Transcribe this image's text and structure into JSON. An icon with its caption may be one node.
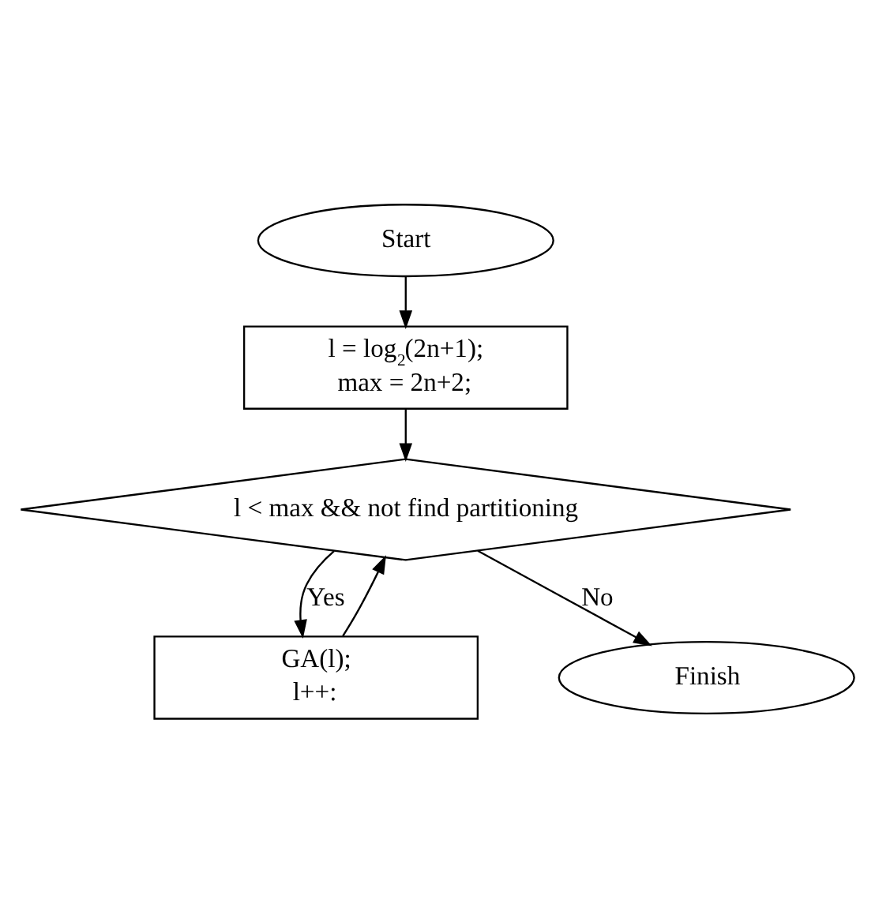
{
  "diagram": {
    "nodes": [
      {
        "text": [
          "Start"
        ]
      },
      {
        "text": [
          "l = log$_{2}$(2n+1);",
          "max = 2n+2;"
        ]
      },
      {
        "text": [
          "l < max && not find partitioning"
        ]
      },
      {
        "text": [
          "GA(l);",
          "l++:"
        ]
      },
      {
        "text": [
          "Finish"
        ]
      }
    ],
    "edges": [
      {
        "from": 0,
        "to": 1,
        "arrow": "to"
      },
      {
        "from": 1,
        "to": 2,
        "arrow": "to"
      },
      {
        "from": 2,
        "to": 3,
        "label": "Yes",
        "arrow": "to"
      },
      {
        "from": 3,
        "to": 2,
        "arrow": "to"
      },
      {
        "from": 2,
        "to": 4,
        "label": "No",
        "arrow": "to"
      }
    ]
  }
}
